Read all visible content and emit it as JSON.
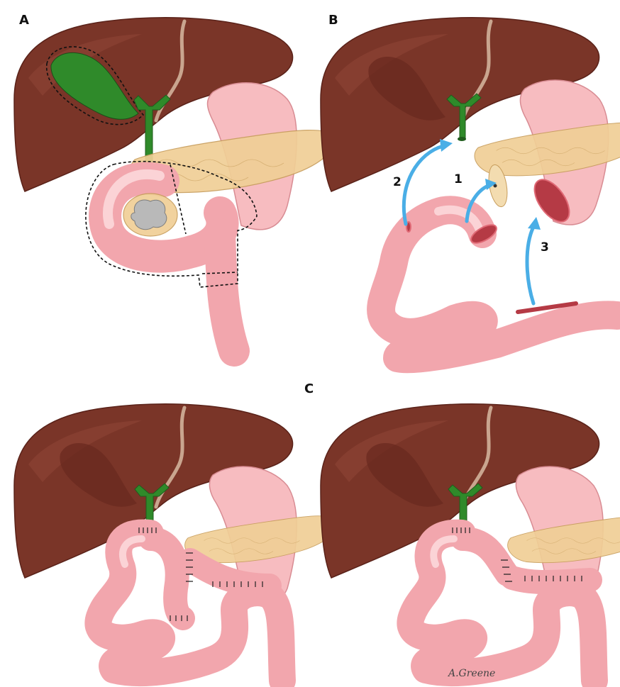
{
  "panels": {
    "a": {
      "label": "A"
    },
    "b": {
      "label": "B",
      "step1": "1",
      "step2": "2",
      "step3": "3"
    },
    "c": {
      "label": "C"
    }
  },
  "signature": "A.Greene",
  "colors": {
    "liver": "#7a3528",
    "bowel": "#f2a6ad",
    "pancreas": "#f0cf96",
    "bile_duct": "#2f8a2a",
    "arrow": "#4aaee6"
  }
}
